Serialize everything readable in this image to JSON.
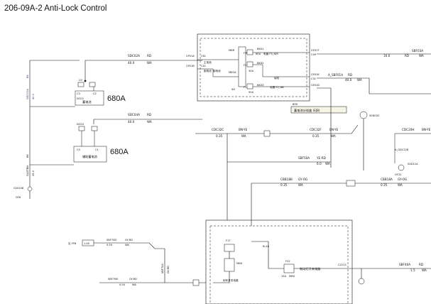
{
  "page": {
    "title": "206-09A-2 Anti-Lock Control"
  },
  "battery_main": {
    "label": "680A",
    "name": "蓄电池",
    "conn_top": "C0",
    "conn_id": "DC02",
    "pin_a": "C3",
    "pin_b": "C2"
  },
  "battery_aux": {
    "label": "680A",
    "name": "辅助蓄电池",
    "conn_top": "DC04",
    "pin_a": "C5",
    "pin_b": "C1"
  },
  "top_wire": {
    "circuit": "SDC02A",
    "color": "RD",
    "gauge": "40.0",
    "type": "WA"
  },
  "aux_wire": {
    "circuit": "SDC04A",
    "color": "RD",
    "gauge": "40.0",
    "type": "WA"
  },
  "left_verticals": {
    "upper": {
      "circuit": "GDC02A",
      "color": "BK",
      "gauge": "40.0"
    },
    "lower": {
      "circuit": "GLOTBN",
      "color": "BK",
      "gauge": "25.0"
    }
  },
  "ground": {
    "id": "G20108",
    "ref": "GF8"
  },
  "fuse_box": {
    "ids": [
      "MBR",
      "MEGA",
      "SH"
    ],
    "labels": [
      "主电池",
      "副电池",
      "副电池"
    ],
    "fuse_labels": [
      "F3",
      "F2",
      "F1"
    ],
    "fuse_values": [
      "60A",
      "30A",
      "50A"
    ],
    "fuse_names": [
      "电器 F3_N/R",
      "保险",
      "电器 F2_NB"
    ],
    "pins_left": [
      "CP01A",
      "C61",
      "CP01B",
      "C41"
    ],
    "pins_right": [
      "CE01T",
      "C49",
      "CE01K",
      "C31",
      "CE01D"
    ],
    "connectors": [
      "BK01",
      "BK02",
      "BK03"
    ]
  },
  "fuse_caption": "蓄电池分线盒 (EJB)",
  "fuse_caption_code": "BFB",
  "right_wires": [
    {
      "circuit": "SBF03A",
      "color": "RD",
      "gauge": "16.0",
      "type": "WA"
    },
    {
      "circuit": "A_SBF01A",
      "color": "RD",
      "gauge": "40.0",
      "type": "WA"
    }
  ],
  "mid_wires": [
    {
      "circuit": "CDC32C",
      "color": "BN-YE",
      "gauge": "0.35",
      "type": "WA"
    },
    {
      "circuit": "CDC32F",
      "color": "BN-YE",
      "gauge": "0.35",
      "type": "WA"
    },
    {
      "circuit": "SBF50A",
      "color": "YE-RD",
      "gauge": "6.0",
      "type": "WA"
    },
    {
      "circuit": "CBB18B",
      "color": "GY-OG",
      "gauge": "0.35",
      "type": "WA"
    },
    {
      "circuit": "CBB18A",
      "color": "GY-OG",
      "gauge": "0.35",
      "type": "WA"
    }
  ],
  "splice": {
    "id": "S0D032"
  },
  "gf_ref": {
    "label": "A_GDC228",
    "id": "GF22",
    "id2": "SXD12A"
  },
  "right_edge_wire": {
    "circuit": "CDC20H",
    "color": "BN-YE"
  },
  "relay_box": {
    "k1": {
      "id": "KL18",
      "name": "制动灯开关电路"
    },
    "k2": {
      "id": "F22",
      "value": "15A",
      "type": "MINI"
    },
    "k3": {
      "id": "F17",
      "value": "MINI"
    },
    "switch_label": "刹车开关电路",
    "pin": "C2213"
  },
  "relay_out": {
    "circuit": "SBF40A",
    "color": "RD",
    "gauge": "1.5",
    "type": "WA"
  },
  "bottom_left": {
    "ref_box": "1.40",
    "ref_label": "见 FFB",
    "wire1": {
      "circuit": "SBF70D",
      "color": "GY-RD",
      "gauge": "0.50",
      "type": "WA"
    },
    "wire2": {
      "circuit": "SBF70B",
      "color": "GY-RD",
      "gauge": "0.50",
      "type": "WA"
    },
    "wire3": {
      "circuit": "SBF70A",
      "color": "GY-RD"
    }
  }
}
